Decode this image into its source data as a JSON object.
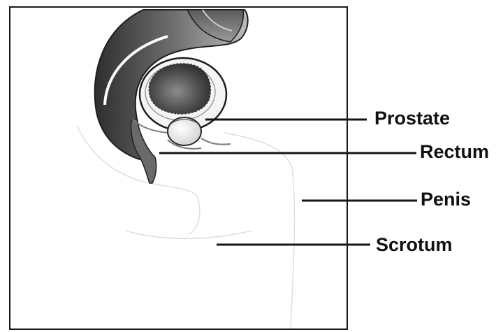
{
  "labels": {
    "prostate": "Prostate",
    "rectum": "Rectum",
    "penis": "Penis",
    "scrotum": "Scrotum"
  },
  "colors": {
    "frame": "#1a1a1a",
    "leader": "#151515",
    "organ_dark": "#3f3f3f",
    "organ_mid": "#8a8a8a",
    "organ_light": "#e6e6e6",
    "body_outline": "#d8d8d8"
  }
}
